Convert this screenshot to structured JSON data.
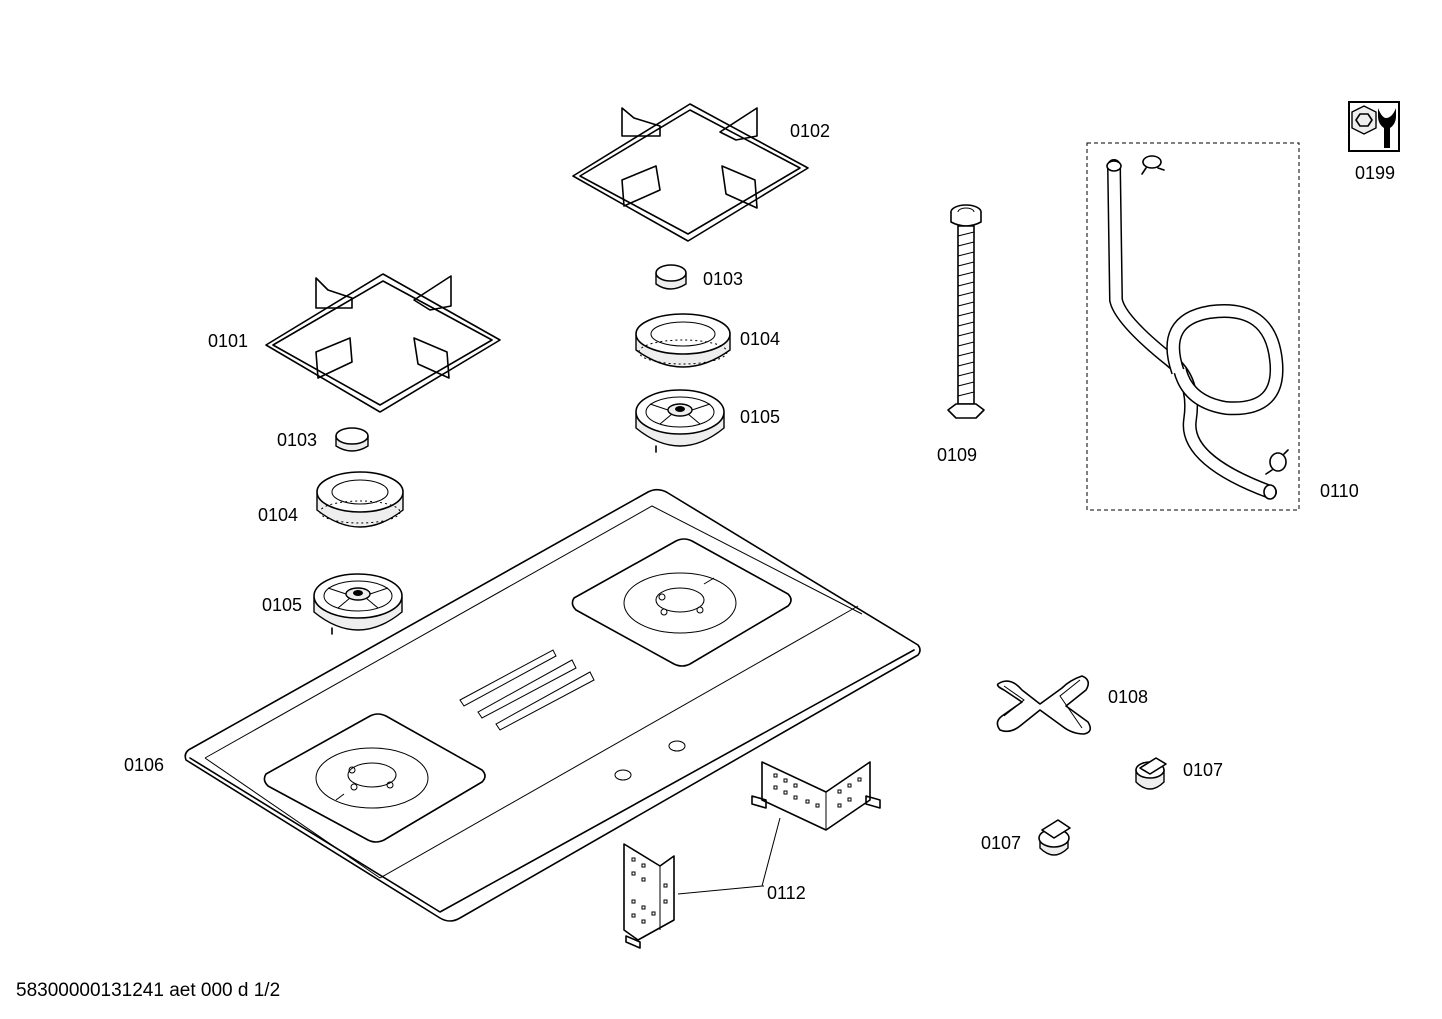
{
  "diagram": {
    "parts": [
      {
        "id": "p0101",
        "label": "0101"
      },
      {
        "id": "p0102",
        "label": "0102"
      },
      {
        "id": "p0103a",
        "label": "0103"
      },
      {
        "id": "p0103b",
        "label": "0103"
      },
      {
        "id": "p0104a",
        "label": "0104"
      },
      {
        "id": "p0104b",
        "label": "0104"
      },
      {
        "id": "p0105a",
        "label": "0105"
      },
      {
        "id": "p0105b",
        "label": "0105"
      },
      {
        "id": "p0106",
        "label": "0106"
      },
      {
        "id": "p0107a",
        "label": "0107"
      },
      {
        "id": "p0107b",
        "label": "0107"
      },
      {
        "id": "p0108",
        "label": "0108"
      },
      {
        "id": "p0109",
        "label": "0109"
      },
      {
        "id": "p0110",
        "label": "0110"
      },
      {
        "id": "p0112",
        "label": "0112"
      },
      {
        "id": "p0199",
        "label": "0199"
      }
    ]
  },
  "footer": {
    "text": "58300000131241 aet 000 d 1/2"
  },
  "icons": [
    "service-wrench-icon"
  ]
}
